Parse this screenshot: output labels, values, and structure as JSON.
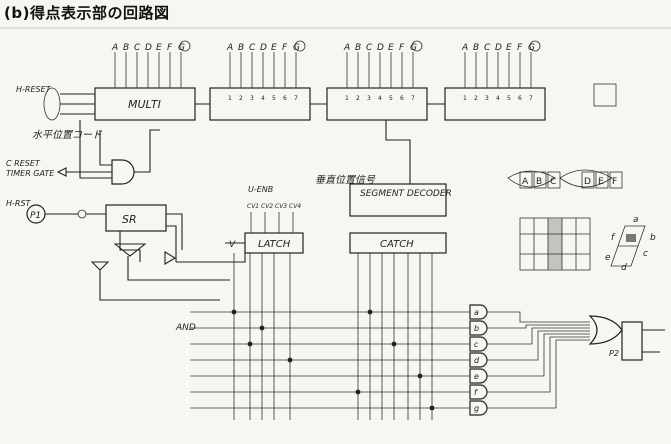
{
  "caption": "(b)得点表示部の回路図",
  "chips": {
    "multi_label": "MULTI",
    "segment_decoder_label": "SEGMENT DECODER",
    "catch_right_label": "CATCH",
    "catch_left_label": "LATCH",
    "sr_label": "SR"
  },
  "labels": {
    "h_reset_top": "H-RESET",
    "score_position_code": "水平位置コード",
    "c_reset": "C RESET",
    "timer_gate": "TIMER GATE",
    "h_reset_mid": "H-RST",
    "p1": "P1",
    "vertical_position_signal": "垂直位置信号",
    "u_enable": "U-ENB",
    "and_label": "AND",
    "v_label": "V",
    "p2": "P2"
  },
  "pin_letters": [
    "A",
    "B",
    "C",
    "D",
    "E",
    "F",
    "G"
  ],
  "pin_numbers": [
    "1",
    "2",
    "3",
    "4",
    "5",
    "6",
    "7"
  ],
  "cv_labels": [
    "CV1",
    "CV2",
    "CV3",
    "CV4"
  ],
  "seven_seg_cells": [
    "A",
    "B",
    "C",
    "D",
    "E",
    "F"
  ],
  "seg_letters": [
    "a",
    "b",
    "c",
    "d",
    "e",
    "f"
  ],
  "segment_lines": [
    "a",
    "b",
    "c",
    "d",
    "e",
    "f",
    "g"
  ]
}
